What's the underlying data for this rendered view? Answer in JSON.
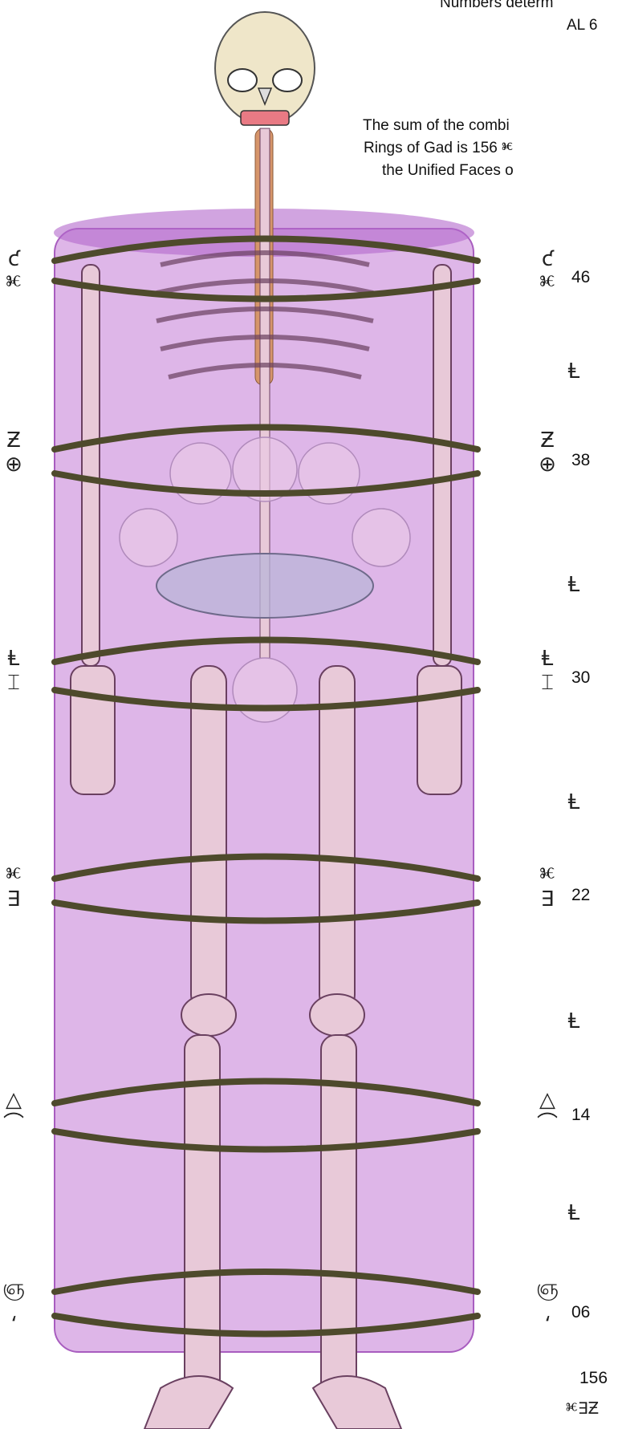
{
  "header": {
    "line1": "Numbers determ",
    "line2": "AL 6",
    "line3": "The sum of the combi",
    "line4": "Rings of Gad is 156 ⱘ",
    "line5": "the Unified Faces o"
  },
  "rings": [
    {
      "left_glyphs": [
        "ƈ",
        "ⱘ"
      ],
      "right_glyphs": [
        "ƈ",
        "ⱘ"
      ],
      "value": "46"
    },
    {
      "left_glyphs": [
        "Ƶ",
        "⊕"
      ],
      "right_glyphs": [
        "Ƶ",
        "⊕"
      ],
      "value": "38"
    },
    {
      "left_glyphs": [
        "Ⱡ",
        "⌶"
      ],
      "right_glyphs": [
        "Ⱡ",
        "⌶"
      ],
      "value": "30"
    },
    {
      "left_glyphs": [
        "ⱘ",
        "∃"
      ],
      "right_glyphs": [
        "ⱘ",
        "∃"
      ],
      "value": "22"
    },
    {
      "left_glyphs": [
        "△",
        "⌒"
      ],
      "right_glyphs": [
        "△",
        "⌒"
      ],
      "value": "14"
    },
    {
      "left_glyphs": [
        "ஞ",
        "⸲"
      ],
      "right_glyphs": [
        "ஞ",
        "⸲"
      ],
      "value": "06"
    }
  ],
  "separator_glyph": "Ⱡ",
  "total": {
    "value": "156",
    "glyphs": "ⱘ∃Ƶ"
  },
  "colors": {
    "cylinder": "#c27ad6",
    "ring": "#4e4a2c",
    "bone": "#e8c9d8",
    "skull": "#efe6c9",
    "esophagus": "#d6956b",
    "trachea": "#c97b6b"
  }
}
